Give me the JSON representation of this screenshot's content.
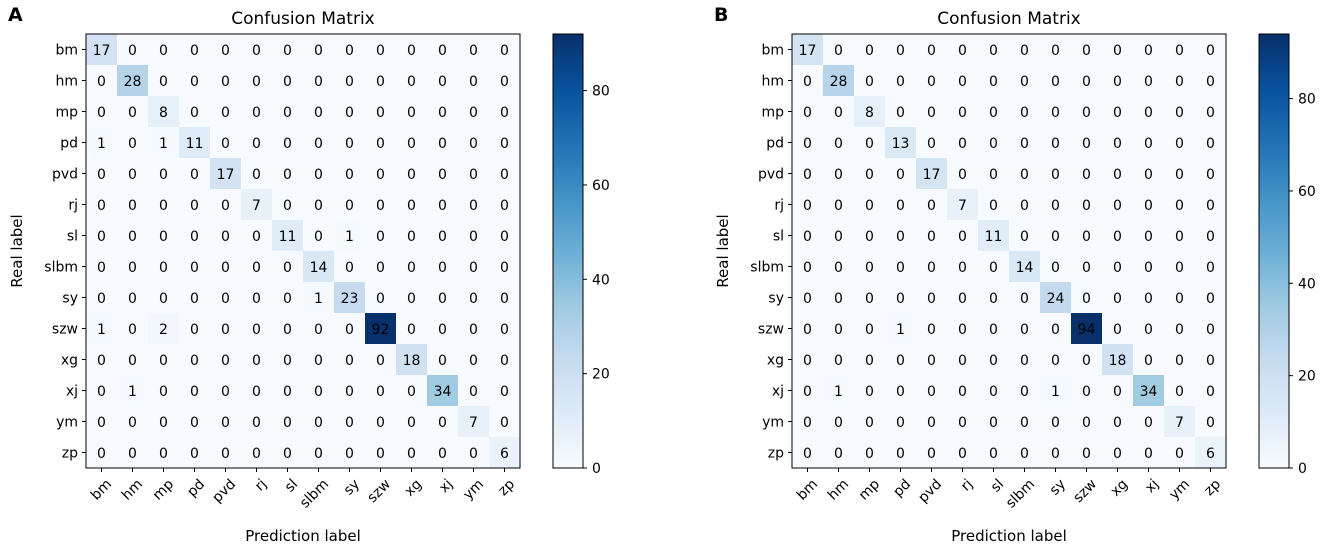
{
  "chart_data": [
    {
      "panel_letter": "A",
      "type": "heatmap",
      "title": "Confusion Matrix",
      "xlabel": "Prediction label",
      "ylabel": "Real label",
      "labels": [
        "bm",
        "hm",
        "mp",
        "pd",
        "pvd",
        "rj",
        "sl",
        "slbm",
        "sy",
        "szw",
        "xg",
        "xj",
        "ym",
        "zp"
      ],
      "matrix": [
        [
          17,
          0,
          0,
          0,
          0,
          0,
          0,
          0,
          0,
          0,
          0,
          0,
          0,
          0
        ],
        [
          0,
          28,
          0,
          0,
          0,
          0,
          0,
          0,
          0,
          0,
          0,
          0,
          0,
          0
        ],
        [
          0,
          0,
          8,
          0,
          0,
          0,
          0,
          0,
          0,
          0,
          0,
          0,
          0,
          0
        ],
        [
          1,
          0,
          1,
          11,
          0,
          0,
          0,
          0,
          0,
          0,
          0,
          0,
          0,
          0
        ],
        [
          0,
          0,
          0,
          0,
          17,
          0,
          0,
          0,
          0,
          0,
          0,
          0,
          0,
          0
        ],
        [
          0,
          0,
          0,
          0,
          0,
          7,
          0,
          0,
          0,
          0,
          0,
          0,
          0,
          0
        ],
        [
          0,
          0,
          0,
          0,
          0,
          0,
          11,
          0,
          1,
          0,
          0,
          0,
          0,
          0
        ],
        [
          0,
          0,
          0,
          0,
          0,
          0,
          0,
          14,
          0,
          0,
          0,
          0,
          0,
          0
        ],
        [
          0,
          0,
          0,
          0,
          0,
          0,
          0,
          1,
          23,
          0,
          0,
          0,
          0,
          0
        ],
        [
          1,
          0,
          2,
          0,
          0,
          0,
          0,
          0,
          0,
          92,
          0,
          0,
          0,
          0
        ],
        [
          0,
          0,
          0,
          0,
          0,
          0,
          0,
          0,
          0,
          0,
          18,
          0,
          0,
          0
        ],
        [
          0,
          1,
          0,
          0,
          0,
          0,
          0,
          0,
          0,
          0,
          0,
          34,
          0,
          0
        ],
        [
          0,
          0,
          0,
          0,
          0,
          0,
          0,
          0,
          0,
          0,
          0,
          0,
          7,
          0
        ],
        [
          0,
          0,
          0,
          0,
          0,
          0,
          0,
          0,
          0,
          0,
          0,
          0,
          0,
          6
        ]
      ],
      "colorbar": {
        "range": [
          0,
          92
        ],
        "ticks": [
          0,
          20,
          40,
          60,
          80
        ]
      },
      "colormap": "Blues",
      "colors": {
        "low": "#f7fbff",
        "high": "#08306b"
      }
    },
    {
      "panel_letter": "B",
      "type": "heatmap",
      "title": "Confusion Matrix",
      "xlabel": "Prediction label",
      "ylabel": "Real label",
      "labels": [
        "bm",
        "hm",
        "mp",
        "pd",
        "pvd",
        "rj",
        "sl",
        "slbm",
        "sy",
        "szw",
        "xg",
        "xj",
        "ym",
        "zp"
      ],
      "matrix": [
        [
          17,
          0,
          0,
          0,
          0,
          0,
          0,
          0,
          0,
          0,
          0,
          0,
          0,
          0
        ],
        [
          0,
          28,
          0,
          0,
          0,
          0,
          0,
          0,
          0,
          0,
          0,
          0,
          0,
          0
        ],
        [
          0,
          0,
          8,
          0,
          0,
          0,
          0,
          0,
          0,
          0,
          0,
          0,
          0,
          0
        ],
        [
          0,
          0,
          0,
          13,
          0,
          0,
          0,
          0,
          0,
          0,
          0,
          0,
          0,
          0
        ],
        [
          0,
          0,
          0,
          0,
          17,
          0,
          0,
          0,
          0,
          0,
          0,
          0,
          0,
          0
        ],
        [
          0,
          0,
          0,
          0,
          0,
          7,
          0,
          0,
          0,
          0,
          0,
          0,
          0,
          0
        ],
        [
          0,
          0,
          0,
          0,
          0,
          0,
          11,
          0,
          0,
          0,
          0,
          0,
          0,
          0
        ],
        [
          0,
          0,
          0,
          0,
          0,
          0,
          0,
          14,
          0,
          0,
          0,
          0,
          0,
          0
        ],
        [
          0,
          0,
          0,
          0,
          0,
          0,
          0,
          0,
          24,
          0,
          0,
          0,
          0,
          0
        ],
        [
          0,
          0,
          0,
          1,
          0,
          0,
          0,
          0,
          0,
          94,
          0,
          0,
          0,
          0
        ],
        [
          0,
          0,
          0,
          0,
          0,
          0,
          0,
          0,
          0,
          0,
          18,
          0,
          0,
          0
        ],
        [
          0,
          1,
          0,
          0,
          0,
          0,
          0,
          0,
          1,
          0,
          0,
          34,
          0,
          0
        ],
        [
          0,
          0,
          0,
          0,
          0,
          0,
          0,
          0,
          0,
          0,
          0,
          0,
          7,
          0
        ],
        [
          0,
          0,
          0,
          0,
          0,
          0,
          0,
          0,
          0,
          0,
          0,
          0,
          0,
          6
        ]
      ],
      "colorbar": {
        "range": [
          0,
          94
        ],
        "ticks": [
          0,
          20,
          40,
          60,
          80
        ]
      },
      "colormap": "Blues",
      "colors": {
        "low": "#f7fbff",
        "high": "#08306b"
      }
    }
  ]
}
